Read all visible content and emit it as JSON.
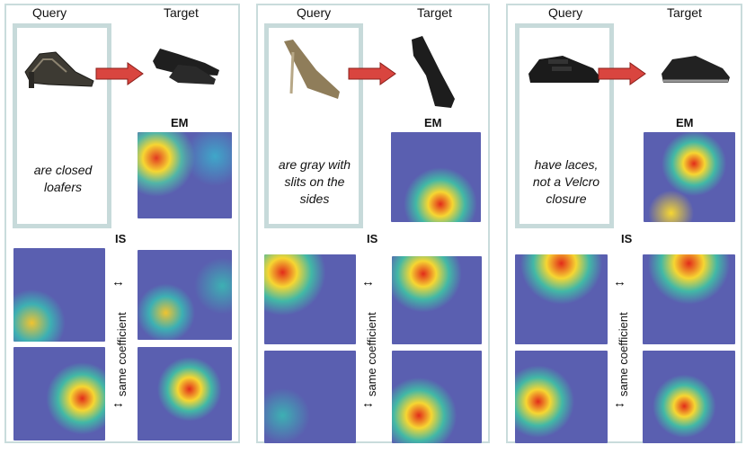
{
  "headers": {
    "query": "Query",
    "target": "Target"
  },
  "labels": {
    "em": "EM",
    "is": "IS",
    "same_coefficient": "same coefficient",
    "double_arrow": "↔"
  },
  "panels": [
    {
      "query_text": "are closed loafers"
    },
    {
      "query_text": "are gray with slits on the sides"
    },
    {
      "query_text": "have laces, not a Velcro closure"
    }
  ],
  "colors": {
    "panel_border": "#c9dcdc",
    "query_border": "#c7dada",
    "arrow_fill": "#d9453f",
    "arrow_stroke": "#8a1e1a",
    "heatmap_base": "#5a5fb0"
  }
}
